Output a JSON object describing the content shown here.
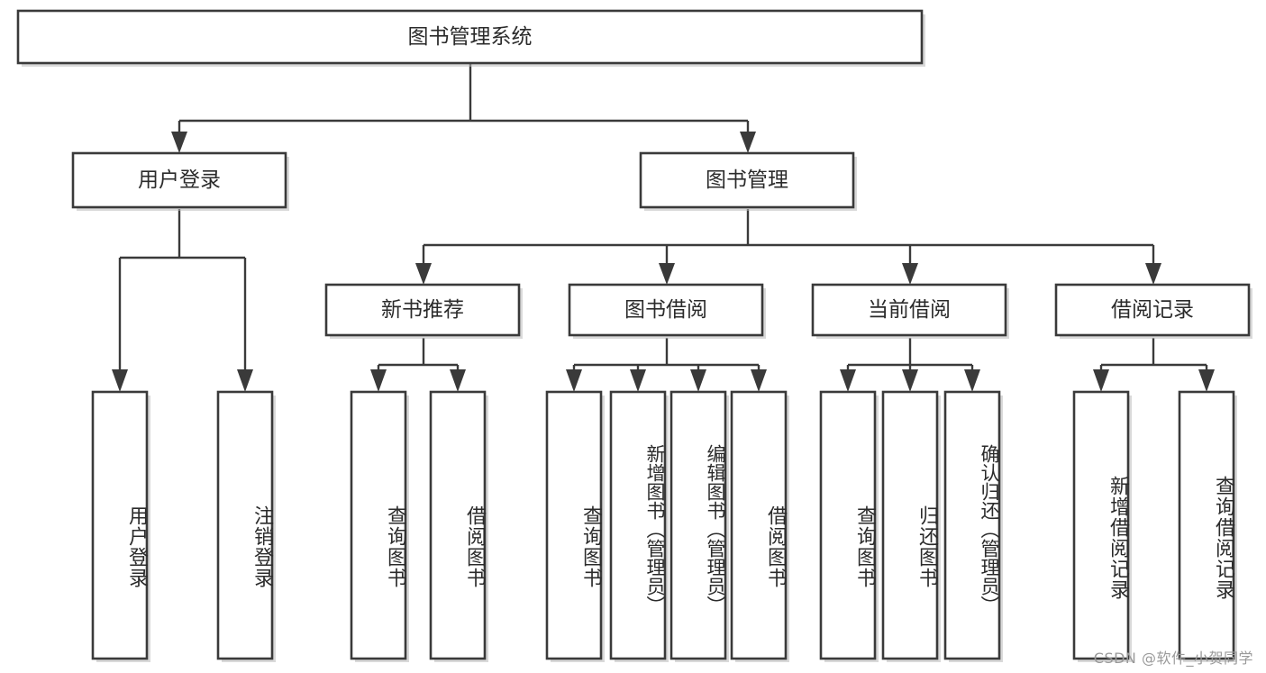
{
  "diagram": {
    "type": "tree",
    "title": "图书管理系统",
    "watermark": "CSDN @软件_小贺同学",
    "colors": {
      "stroke": "#3a3a3a",
      "box_fill": "#ffffff",
      "text": "#2b2b2b",
      "background": "#ffffff",
      "watermark": "#9a9a9a"
    },
    "nodes": {
      "root": {
        "label": "图书管理系统",
        "level": 1,
        "orientation": "horizontal"
      },
      "l2_user_login": {
        "label": "用户登录",
        "level": 2,
        "orientation": "horizontal"
      },
      "l2_book_manage": {
        "label": "图书管理",
        "level": 2,
        "orientation": "horizontal"
      },
      "l3_new_book_rec": {
        "label": "新书推荐",
        "level": 3,
        "orientation": "horizontal"
      },
      "l3_book_borrow": {
        "label": "图书借阅",
        "level": 3,
        "orientation": "horizontal"
      },
      "l3_current_borrow": {
        "label": "当前借阅",
        "level": 3,
        "orientation": "horizontal"
      },
      "l3_borrow_record": {
        "label": "借阅记录",
        "level": 3,
        "orientation": "horizontal"
      },
      "leaf_user_login": {
        "label": "用户登录",
        "level": 4,
        "orientation": "vertical"
      },
      "leaf_logout_login": {
        "label": "注销登录",
        "level": 4,
        "orientation": "vertical"
      },
      "leaf_query_book_1": {
        "label": "查询图书",
        "level": 4,
        "orientation": "vertical"
      },
      "leaf_borrow_book_1": {
        "label": "借阅图书",
        "level": 4,
        "orientation": "vertical"
      },
      "leaf_query_book_2": {
        "label": "查询图书",
        "level": 4,
        "orientation": "vertical"
      },
      "leaf_add_book_admin": {
        "label": "新增图书（管理员）",
        "level": 4,
        "orientation": "vertical"
      },
      "leaf_edit_book_admin": {
        "label": "编辑图书（管理员）",
        "level": 4,
        "orientation": "vertical"
      },
      "leaf_borrow_book_2": {
        "label": "借阅图书",
        "level": 4,
        "orientation": "vertical"
      },
      "leaf_query_book_3": {
        "label": "查询图书",
        "level": 4,
        "orientation": "vertical"
      },
      "leaf_return_book": {
        "label": "归还图书",
        "level": 4,
        "orientation": "vertical"
      },
      "leaf_confirm_return_admin": {
        "label": "确认归还（管理员）",
        "level": 4,
        "orientation": "vertical"
      },
      "leaf_add_borrow_record": {
        "label": "新增借阅记录",
        "level": 4,
        "orientation": "vertical"
      },
      "leaf_query_borrow_record": {
        "label": "查询借阅记录",
        "level": 4,
        "orientation": "vertical"
      }
    },
    "edges": [
      {
        "from": "root",
        "to": "l2_user_login"
      },
      {
        "from": "root",
        "to": "l2_book_manage"
      },
      {
        "from": "l2_user_login",
        "to": "leaf_user_login"
      },
      {
        "from": "l2_user_login",
        "to": "leaf_logout_login"
      },
      {
        "from": "l2_book_manage",
        "to": "l3_new_book_rec"
      },
      {
        "from": "l2_book_manage",
        "to": "l3_book_borrow"
      },
      {
        "from": "l2_book_manage",
        "to": "l3_current_borrow"
      },
      {
        "from": "l2_book_manage",
        "to": "l3_borrow_record"
      },
      {
        "from": "l3_new_book_rec",
        "to": "leaf_query_book_1"
      },
      {
        "from": "l3_new_book_rec",
        "to": "leaf_borrow_book_1"
      },
      {
        "from": "l3_book_borrow",
        "to": "leaf_query_book_2"
      },
      {
        "from": "l3_book_borrow",
        "to": "leaf_add_book_admin"
      },
      {
        "from": "l3_book_borrow",
        "to": "leaf_edit_book_admin"
      },
      {
        "from": "l3_book_borrow",
        "to": "leaf_borrow_book_2"
      },
      {
        "from": "l3_current_borrow",
        "to": "leaf_query_book_3"
      },
      {
        "from": "l3_current_borrow",
        "to": "leaf_return_book"
      },
      {
        "from": "l3_current_borrow",
        "to": "leaf_confirm_return_admin"
      },
      {
        "from": "l3_borrow_record",
        "to": "leaf_add_borrow_record"
      },
      {
        "from": "l3_borrow_record",
        "to": "leaf_query_borrow_record"
      }
    ]
  }
}
